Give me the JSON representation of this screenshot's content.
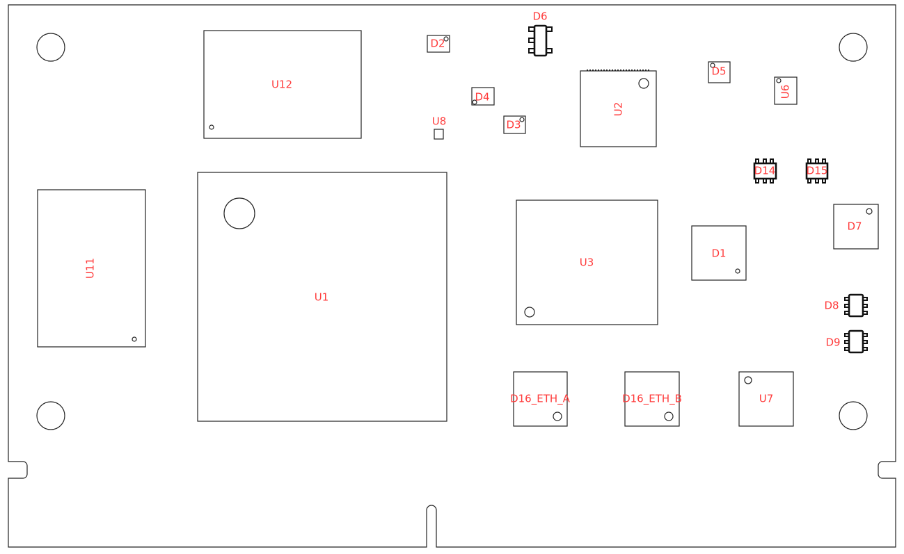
{
  "board": {
    "label_color": "#ff3b3b",
    "outline_color": "#222222",
    "components": {
      "U12": "U12",
      "D2": "D2",
      "D6": "D6",
      "D4": "D4",
      "U8": "U8",
      "D3": "D3",
      "U2": "U2",
      "D5": "D5",
      "U6": "U6",
      "D14": "D14",
      "D15": "D15",
      "U11": "U11",
      "U1": "U1",
      "U3": "U3",
      "D1": "D1",
      "D7": "D7",
      "D8": "D8",
      "D9": "D9",
      "D16_ETH_A": "D16_ETH_A",
      "D16_ETH_B": "D16_ETH_B",
      "U7": "U7"
    }
  }
}
